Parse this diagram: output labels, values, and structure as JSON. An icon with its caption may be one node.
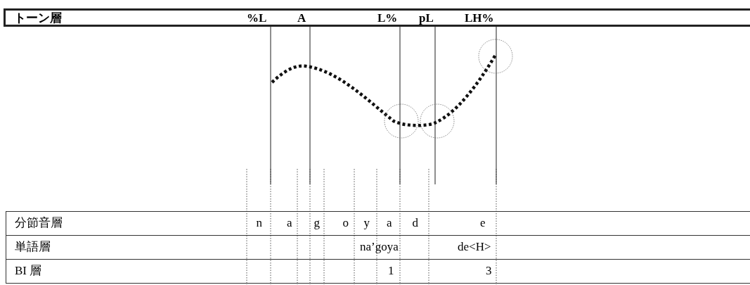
{
  "diagram": {
    "nodes": [
      {
        "text": [
          "トーン層",
          "%L",
          "A",
          "L%",
          "pL",
          "LH%"
        ]
      },
      {
        "text": [
          "分節音層",
          "n",
          "a",
          "g",
          "o",
          "y",
          "a",
          "d",
          "e"
        ]
      },
      {
        "text": [
          "単語層",
          "na’goya",
          "de<H>"
        ]
      },
      {
        "text": [
          "BI 層",
          "1",
          "3"
        ]
      }
    ]
  }
}
